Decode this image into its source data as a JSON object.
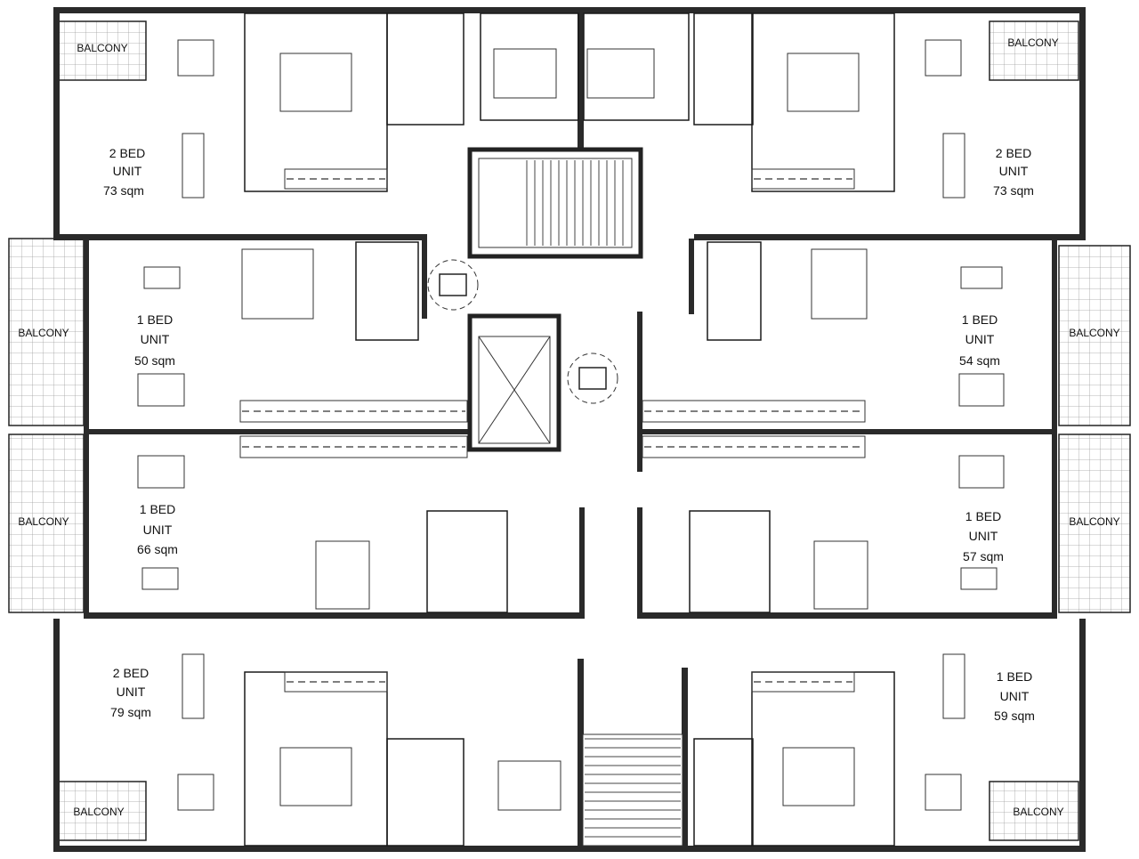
{
  "balconies": [
    {
      "id": "nw",
      "label": "BALCONY"
    },
    {
      "id": "ne",
      "label": "BALCONY"
    },
    {
      "id": "w1",
      "label": "BALCONY"
    },
    {
      "id": "e1",
      "label": "BALCONY"
    },
    {
      "id": "w2",
      "label": "BALCONY"
    },
    {
      "id": "e2",
      "label": "BALCONY"
    },
    {
      "id": "sw",
      "label": "BALCONY"
    },
    {
      "id": "se",
      "label": "BALCONY"
    }
  ],
  "units": [
    {
      "id": "nw",
      "line1": "2 BED",
      "line2": "UNIT",
      "area": "73 sqm"
    },
    {
      "id": "ne",
      "line1": "2 BED",
      "line2": "UNIT",
      "area": "73 sqm"
    },
    {
      "id": "w1",
      "line1": "1 BED",
      "line2": "UNIT",
      "area": "50 sqm"
    },
    {
      "id": "e1",
      "line1": "1 BED",
      "line2": "UNIT",
      "area": "54 sqm"
    },
    {
      "id": "w2",
      "line1": "1 BED",
      "line2": "UNIT",
      "area": "66 sqm"
    },
    {
      "id": "e2",
      "line1": "1 BED",
      "line2": "UNIT",
      "area": "57 sqm"
    },
    {
      "id": "sw",
      "line1": "2 BED",
      "line2": "UNIT",
      "area": "79 sqm"
    },
    {
      "id": "se",
      "line1": "1 BED",
      "line2": "UNIT",
      "area": "59 sqm"
    }
  ]
}
